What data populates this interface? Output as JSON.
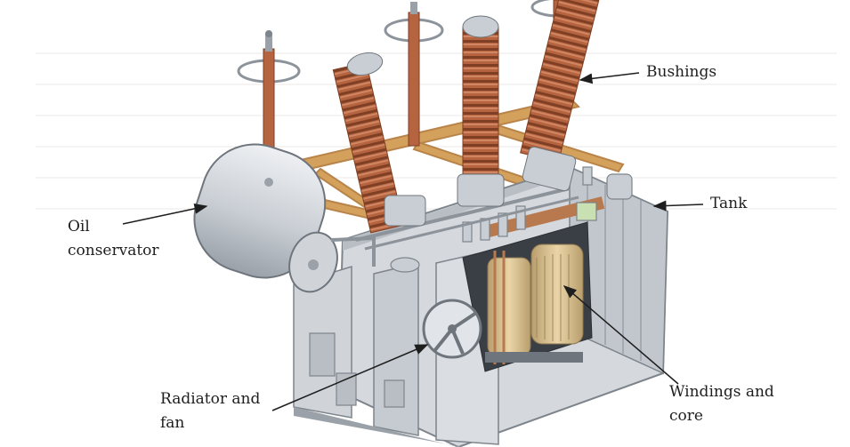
{
  "labels": {
    "bushings": "Bushings",
    "tank": "Tank",
    "oil_conservator": [
      "Oil",
      "conservator"
    ],
    "radiator_and_fan": [
      "Radiator and",
      "fan"
    ],
    "windings_and_core": [
      "Windings and",
      "core"
    ]
  },
  "colors": {
    "bushing": "#b5643f",
    "bushing_dark": "#7e3f24",
    "tank": "#d5d9de",
    "tank_shade": "#aeb4bb",
    "winding": "#d8c39a",
    "copper": "#b8794e",
    "frame": "#d4a15c",
    "label_text": "#1e1e1e"
  }
}
